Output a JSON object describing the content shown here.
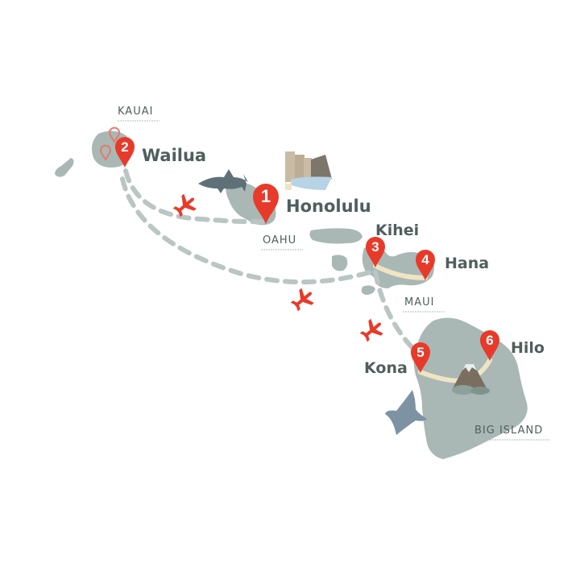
{
  "islands": [
    {
      "name": "KAUAI"
    },
    {
      "name": "OAHU"
    },
    {
      "name": "MAUI"
    },
    {
      "name": "BIG ISLAND"
    }
  ],
  "stops": [
    {
      "number": "1",
      "place": "Honolulu"
    },
    {
      "number": "2",
      "place": "Wailua"
    },
    {
      "number": "3",
      "place": "Kihei"
    },
    {
      "number": "4",
      "place": "Hana"
    },
    {
      "number": "5",
      "place": "Kona"
    },
    {
      "number": "6",
      "place": "Hilo"
    }
  ],
  "colors": {
    "land": "#a9b8b5",
    "pin": "#e83a2a",
    "route": "#b9c6c3",
    "road": "#efe4c4",
    "text": "#4f5f5c"
  }
}
